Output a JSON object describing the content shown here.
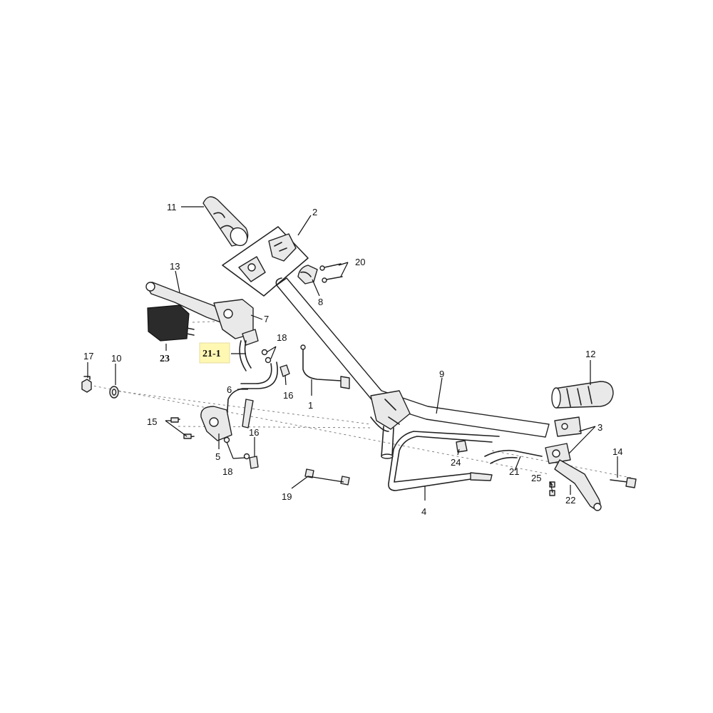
{
  "diagram": {
    "callouts": {
      "c1": "1",
      "c2": "2",
      "c3": "3",
      "c4": "4",
      "c5": "5",
      "c6": "6",
      "c7": "7",
      "c8": "8",
      "c9": "9",
      "c10": "10",
      "c11": "11",
      "c12": "12",
      "c13": "13",
      "c14": "14",
      "c15": "15",
      "c16a": "16",
      "c16b": "16",
      "c17": "17",
      "c18a": "18",
      "c18b": "18",
      "c19": "19",
      "c20": "20",
      "c21": "21",
      "c21_1": "21-1",
      "c22": "22",
      "c23": "23",
      "c24": "24",
      "c25": "25"
    }
  }
}
